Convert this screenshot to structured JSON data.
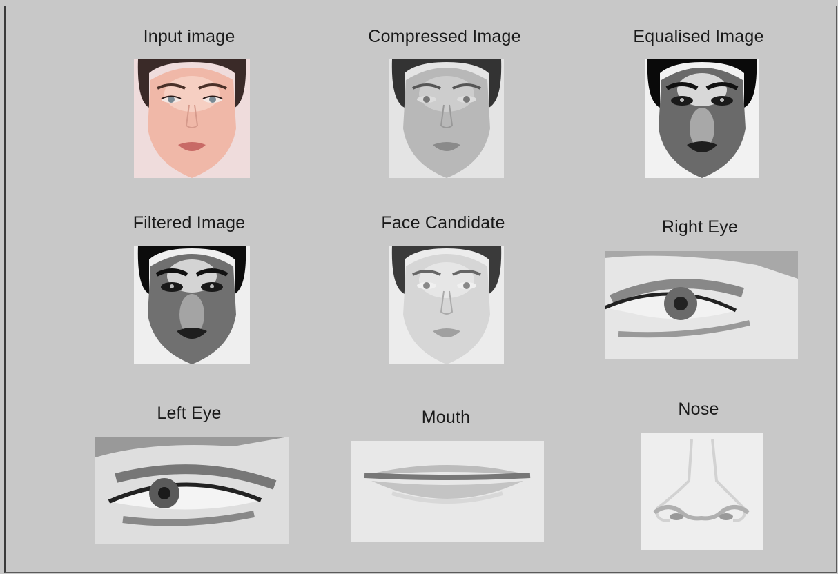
{
  "figure": {
    "subplots": [
      {
        "id": "input",
        "title": "Input image"
      },
      {
        "id": "compressed",
        "title": "Compressed Image"
      },
      {
        "id": "equalised",
        "title": "Equalised Image"
      },
      {
        "id": "filtered",
        "title": "Filtered Image"
      },
      {
        "id": "face",
        "title": "Face Candidate"
      },
      {
        "id": "right_eye",
        "title": "Right Eye"
      },
      {
        "id": "left_eye",
        "title": "Left Eye"
      },
      {
        "id": "mouth",
        "title": "Mouth"
      },
      {
        "id": "nose",
        "title": "Nose"
      }
    ]
  },
  "colors": {
    "background": "#c8c8c8",
    "title_text": "#1a1a1a"
  }
}
